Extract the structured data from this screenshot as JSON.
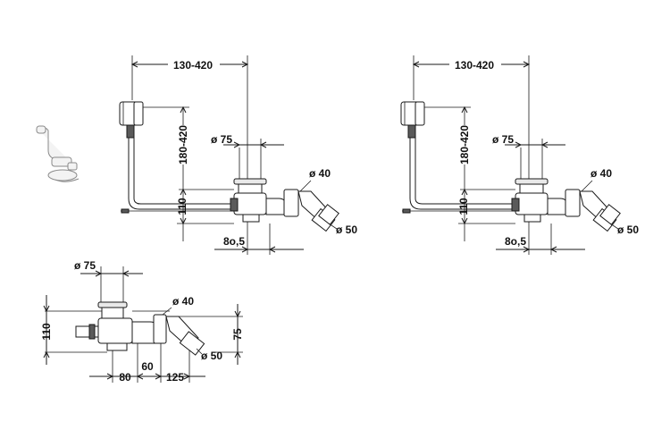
{
  "drawing_a": {
    "width_range": "130-420",
    "height_range": "180-420",
    "height_110": "110",
    "drain_dia": "ø 75",
    "pipe_dia_40": "ø 40",
    "pipe_dia_50": "ø 50",
    "offset": "8o,5"
  },
  "drawing_b": {
    "width_range": "130-420",
    "height_range": "180-420",
    "height_110": "110",
    "drain_dia": "ø 75",
    "pipe_dia_40": "ø 40",
    "pipe_dia_50": "ø 50",
    "offset": "8o,5"
  },
  "drawing_c": {
    "height_110": "110",
    "drain_dia": "ø 75",
    "pipe_dia_40": "ø 40",
    "pipe_dia_50": "ø 50",
    "height_75": "75",
    "dim_80": "80",
    "dim_60": "60",
    "dim_125": "125"
  },
  "colors": {
    "line": "#1a1a1a",
    "part_fill": "#ffffff",
    "shade": "#e9e9e9",
    "dark": "#5a5a5a"
  }
}
